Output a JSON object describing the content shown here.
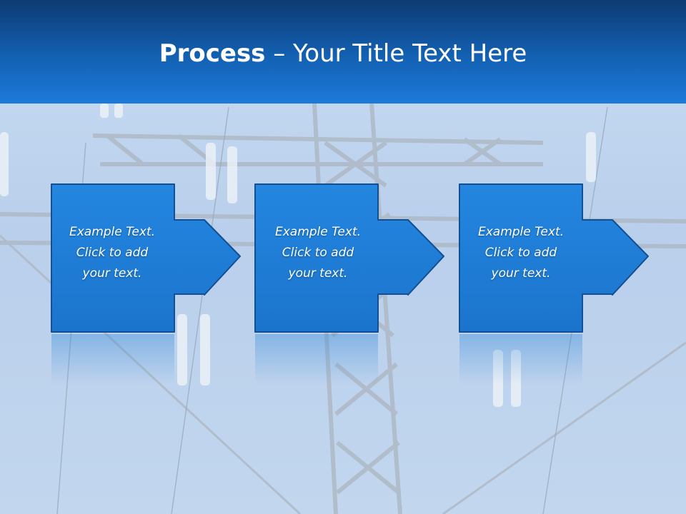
{
  "slide": {
    "title_bold": "Process",
    "title_rest": " – Your Title Text Here"
  },
  "steps": [
    {
      "lines": [
        "Example Text.",
        "Click  to add",
        "your text."
      ]
    },
    {
      "lines": [
        "Example Text.",
        "Click  to add",
        "your text."
      ]
    },
    {
      "lines": [
        "Example Text.",
        "Click  to add",
        "your text."
      ]
    }
  ],
  "colors": {
    "header_top": "#0d3a72",
    "header_bottom": "#1d7ad9",
    "box_fill": "#1f7fd8",
    "box_stroke": "#124f93"
  }
}
